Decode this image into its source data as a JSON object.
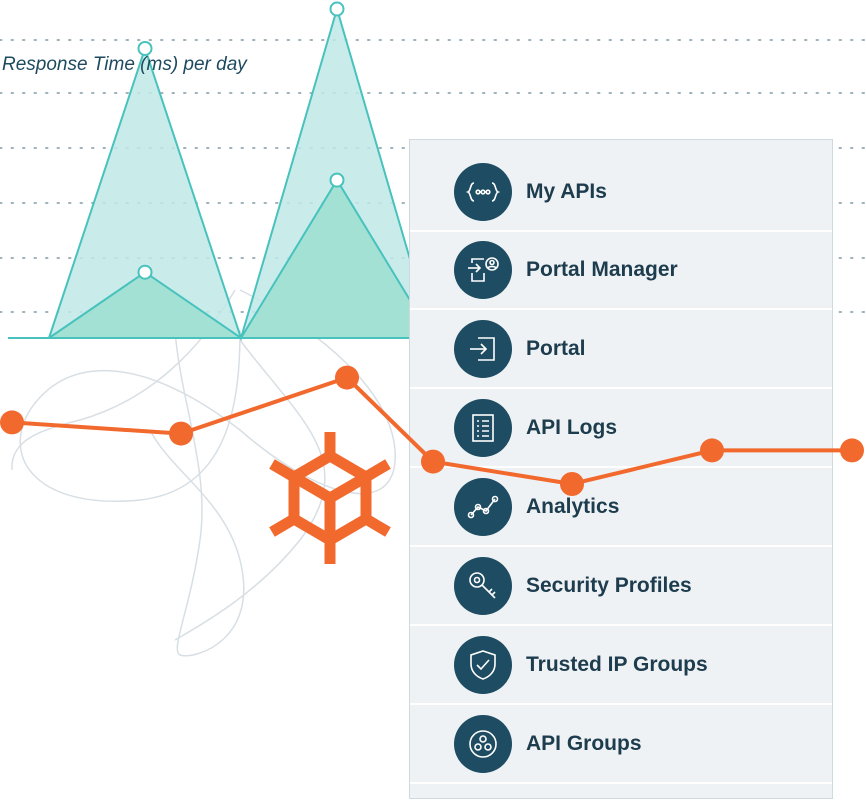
{
  "chart_data": [
    {
      "type": "area",
      "title": "Response Time (ms) per day",
      "series": [
        {
          "values": [
            0,
            88,
            0,
            100,
            0
          ]
        },
        {
          "values": [
            0,
            20,
            0,
            48,
            0
          ]
        }
      ],
      "grid": true
    },
    {
      "type": "line",
      "series": [
        {
          "values": [
            42,
            38,
            58,
            28,
            20,
            32,
            32
          ]
        }
      ]
    }
  ],
  "colors": {
    "area_outer": "#bfe9e8",
    "area_outer_stroke": "#48c2bd",
    "area_inner": "#9fe0d1",
    "line": "#f2692e",
    "icon_bg": "#1e4c62",
    "panel_bg": "#eef2f5",
    "label": "#1d3c4d"
  },
  "logo": {
    "icon": "hex-cube-icon"
  },
  "menu": {
    "items": [
      {
        "label": "My APIs",
        "icon": "curly-braces-icon"
      },
      {
        "label": "Portal Manager",
        "icon": "user-login-icon"
      },
      {
        "label": "Portal",
        "icon": "login-arrow-icon"
      },
      {
        "label": "API Logs",
        "icon": "log-list-icon"
      },
      {
        "label": "Analytics",
        "icon": "analytics-icon"
      },
      {
        "label": "Security Profiles",
        "icon": "key-icon"
      },
      {
        "label": "Trusted IP Groups",
        "icon": "shield-check-icon"
      },
      {
        "label": "API Groups",
        "icon": "group-circles-icon"
      }
    ]
  }
}
